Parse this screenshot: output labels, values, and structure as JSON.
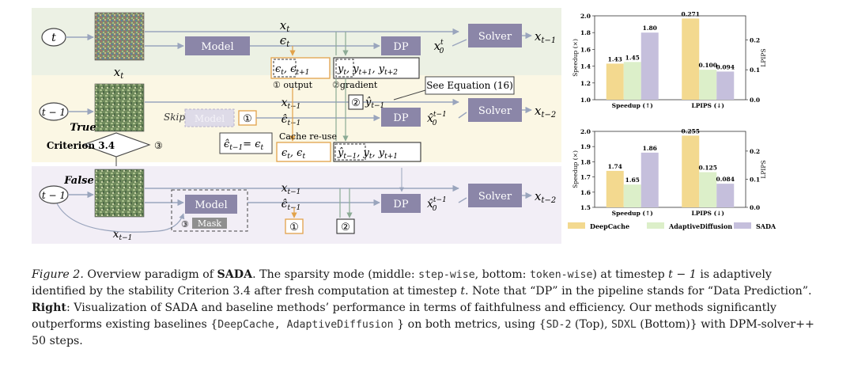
{
  "figure": {
    "sym": {
      "t": "t",
      "tm1": "t − 1",
      "xt": "x",
      "sub_t": "t",
      "sub_tm1": "t−1",
      "sub_tm2": "t−2",
      "sub_t1": "t+1",
      "sub_t2": "t+2",
      "x": "x",
      "eps": "ϵ",
      "eps_hat": "ϵ̂",
      "y": "y",
      "y_hat": "ŷ",
      "x_hat": "x̂",
      "x0": "x",
      "sup_t": "t",
      "sup_tm1": "t−1",
      "zero": "0"
    },
    "labels": {
      "model": "Model",
      "dp": "DP",
      "solver": "Solver",
      "skip": "Skip",
      "mask": "Mask",
      "true": "True",
      "false": "False",
      "criterion": "Criterion 3.4",
      "output": "① output",
      "gradient": "②gradient",
      "see_eq": "See Equation (16)",
      "cache_reuse": "Cache re-use",
      "circ1": "①",
      "circ2": "②",
      "circ3": "③",
      "eq_cache": "ϵ̂",
      "eq_rhs": "= ϵ"
    }
  },
  "chart_data": [
    {
      "type": "bar",
      "categories": [
        "Speedup (↑)",
        "LPIPS (↓)"
      ],
      "series": [
        {
          "name": "DeepCache",
          "values": [
            1.43,
            0.271
          ]
        },
        {
          "name": "AdaptiveDiffusion",
          "values": [
            1.45,
            0.1
          ]
        },
        {
          "name": "SADA",
          "values": [
            1.8,
            0.094
          ]
        }
      ],
      "data_labels": [
        [
          "1.43",
          "1.45",
          "1.80"
        ],
        [
          "0.271",
          "0.100",
          "0.094"
        ]
      ],
      "ylabel": "Speedup (×)",
      "y2label": "LPIPS",
      "ylim": [
        1.0,
        2.0
      ],
      "yticks": [
        "1.0",
        "1.2",
        "1.4",
        "1.6",
        "1.8",
        "2.0"
      ],
      "y2lim": [
        0.0,
        0.28
      ],
      "y2ticks": [
        "0.0",
        "0.1",
        "0.2"
      ]
    },
    {
      "type": "bar",
      "categories": [
        "Speedup (↑)",
        "LPIPS (↓)"
      ],
      "series": [
        {
          "name": "DeepCache",
          "values": [
            1.74,
            0.255
          ]
        },
        {
          "name": "AdaptiveDiffusion",
          "values": [
            1.65,
            0.125
          ]
        },
        {
          "name": "SADA",
          "values": [
            1.86,
            0.084
          ]
        }
      ],
      "data_labels": [
        [
          "1.74",
          "1.65",
          "1.86"
        ],
        [
          "0.255",
          "0.125",
          "0.084"
        ]
      ],
      "ylabel": "Speedup (×)",
      "y2label": "LPIPS",
      "ylim": [
        1.5,
        2.0
      ],
      "yticks": [
        "1.5",
        "1.6",
        "1.7",
        "1.8",
        "1.9",
        "2.0"
      ],
      "y2lim": [
        0.0,
        0.27
      ],
      "y2ticks": [
        "0.0",
        "0.1",
        "0.2"
      ]
    }
  ],
  "legend": [
    "DeepCache",
    "AdaptiveDiffusion",
    "SADA"
  ],
  "colors": {
    "DeepCache": "#f3d98f",
    "AdaptiveDiffusion": "#dcefc9",
    "SADA": "#c5bfdc"
  },
  "caption": {
    "fig": "Figure 2.",
    "c1": " Overview paradigm of ",
    "sada": "SADA",
    "c2": ". The sparsity mode (middle: ",
    "m1": "step-wise",
    "c3": ", bottom: ",
    "m2": "token-wise",
    "c4": ") at timestep ",
    "tm1": "t − 1",
    "c5": " is adaptively identified by the stability Criterion 3.4 after fresh computation at timestep ",
    "t": "t",
    "c6": ". Note that “DP” in the pipeline stands for “Data Prediction”.",
    "right": "Right",
    "c7": ": Visualization of SADA and baseline methods’ performance in terms of faithfulness and efficiency. Our methods significantly outperforms existing baselines {",
    "m3": "DeepCache, AdaptiveDiffusion",
    "c8": " } on both metrics, using {",
    "m4": "SD-2",
    "c9": " (Top), ",
    "m5": "SDXL",
    "c10": " (Bottom)} with DPM-solver++ 50 steps."
  }
}
